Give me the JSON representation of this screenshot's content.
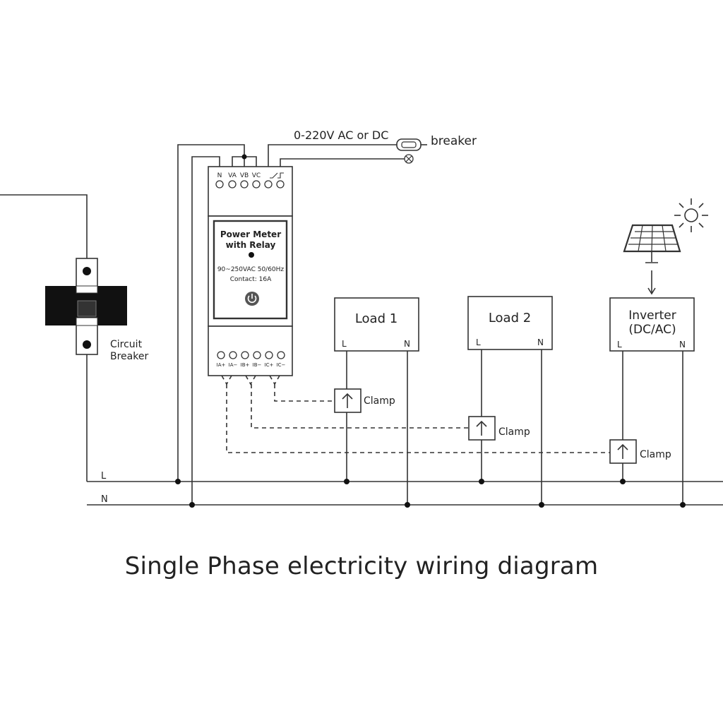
{
  "title": "Single Phase electricity wiring diagram",
  "supply": {
    "label": "0-220V AC or DC",
    "breaker_label": "breaker"
  },
  "meter": {
    "terminals_top": [
      "N",
      "VA",
      "VB",
      "VC"
    ],
    "name_line1": "Power Meter",
    "name_line2": "with Relay",
    "spec_line1": "90~250VAC 50/60Hz",
    "spec_line2": "Contact: 16A",
    "terminals_bottom": [
      "IA+",
      "IA−",
      "IB+",
      "IB−",
      "IC+",
      "IC−"
    ]
  },
  "circuit_breaker": {
    "line1": "Circuit",
    "line2": "Breaker"
  },
  "loads": [
    {
      "name": "Load 1",
      "l": "L",
      "n": "N"
    },
    {
      "name": "Load 2",
      "l": "L",
      "n": "N"
    }
  ],
  "inverter": {
    "line1": "Inverter",
    "line2": "(DC/AC)",
    "l": "L",
    "n": "N"
  },
  "clamps": [
    "Clamp",
    "Clamp",
    "Clamp"
  ],
  "bus": {
    "l": "L",
    "n": "N"
  },
  "icons": [
    "solar-panel-icon",
    "sun-icon",
    "power-button-icon",
    "relay-switch-icon"
  ]
}
